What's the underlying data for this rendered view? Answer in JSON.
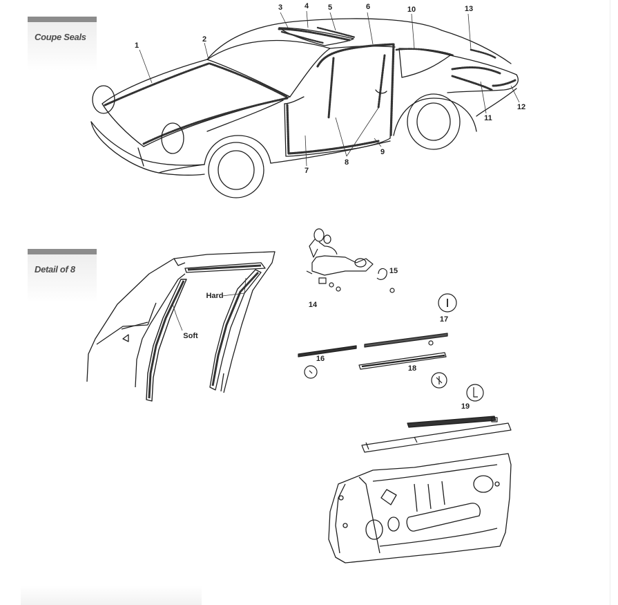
{
  "sections": {
    "coupe": {
      "label": "Coupe Seals"
    },
    "detail": {
      "label": "Detail of 8"
    }
  },
  "car_callouts": [
    "1",
    "2",
    "3",
    "4",
    "5",
    "6",
    "7",
    "8",
    "9",
    "10",
    "11",
    "12",
    "13"
  ],
  "detail_labels": {
    "hard": "Hard",
    "soft": "Soft"
  },
  "parts_callouts": [
    "14",
    "15",
    "16",
    "17",
    "18",
    "19"
  ]
}
